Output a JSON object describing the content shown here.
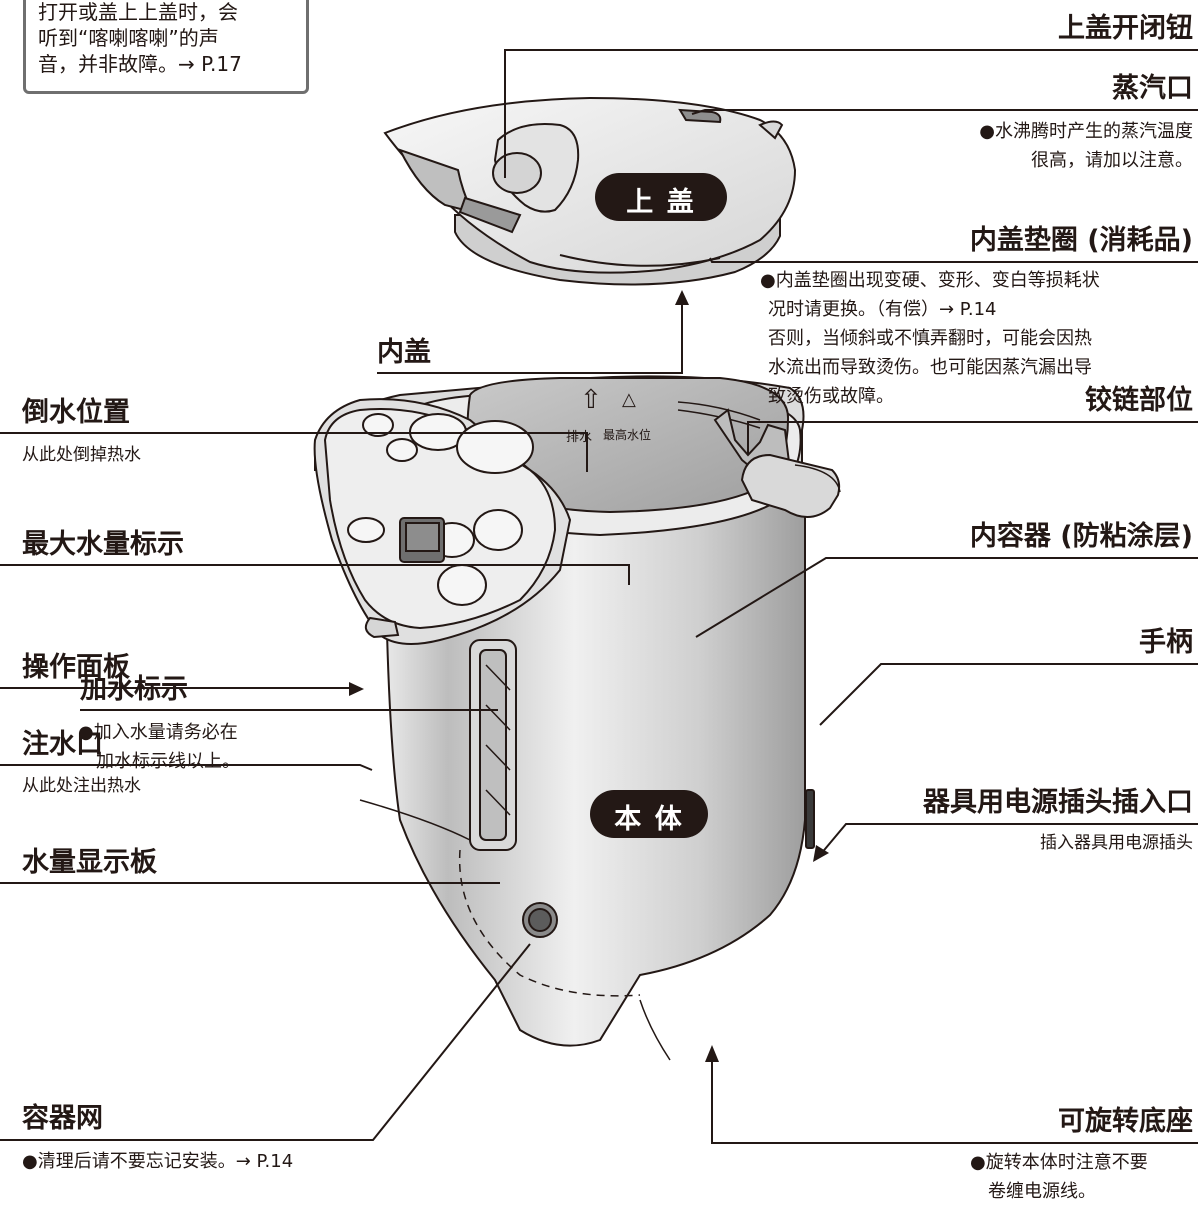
{
  "tip": {
    "lines": [
      "打开或盖上上盖时，会",
      "听到“喀喇喀喇”的声",
      "音，并非故障。→ P.17"
    ]
  },
  "lid": {
    "badge": "上 盖",
    "release_button": "上盖开闭钮",
    "steam_vent": {
      "title": "蒸汽口",
      "lines": [
        "●水沸腾时产生的蒸汽温度",
        "很高，请加以注意。"
      ]
    },
    "gasket": {
      "title": "内盖垫圈 (消耗品)",
      "lines": [
        "●内盖垫圈出现变硬、变形、变白等损耗状",
        "况时请更换。（有偿）→ P.14",
        "否则，当倾斜或不慎弄翻时，可能会因热",
        "水流出而导致烫伤。也可能因蒸汽漏出导",
        "致烫伤或故障。"
      ]
    },
    "inner_lid": "内盖"
  },
  "body": {
    "badge": "本 体",
    "pour_position": {
      "title": "倒水位置",
      "sub": "从此处倒掉热水"
    },
    "max_mark": "最大水量标示",
    "control_panel": "操作面板",
    "spout": {
      "title": "注水口",
      "sub": "从此处注出热水"
    },
    "gauge": "水量显示板",
    "fill_mark": {
      "title": "加水标示",
      "lines": [
        "●加入水量请务必在",
        "加水标示线以上。"
      ]
    },
    "strainer": {
      "title": "容器网",
      "sub": "●清理后请不要忘记安装。→ P.14"
    },
    "hinge": "铰链部位",
    "inner_pot": "内容器 (防粘涂层)",
    "handle": "手柄",
    "socket": {
      "title": "器具用电源插头插入口",
      "sub": "插入器具用电源插头"
    },
    "base": {
      "title": "可旋转底座",
      "lines": [
        "●旋转本体时注意不要",
        "卷缠电源线。"
      ]
    },
    "inner_markings": {
      "drain": "排水",
      "max_level": "最高水位"
    }
  },
  "colors": {
    "ink": "#231815",
    "badge_bg": "#231815",
    "badge_fg": "#ffffff",
    "frame": "#6f6f6f",
    "metal": "#d7d7d7"
  }
}
